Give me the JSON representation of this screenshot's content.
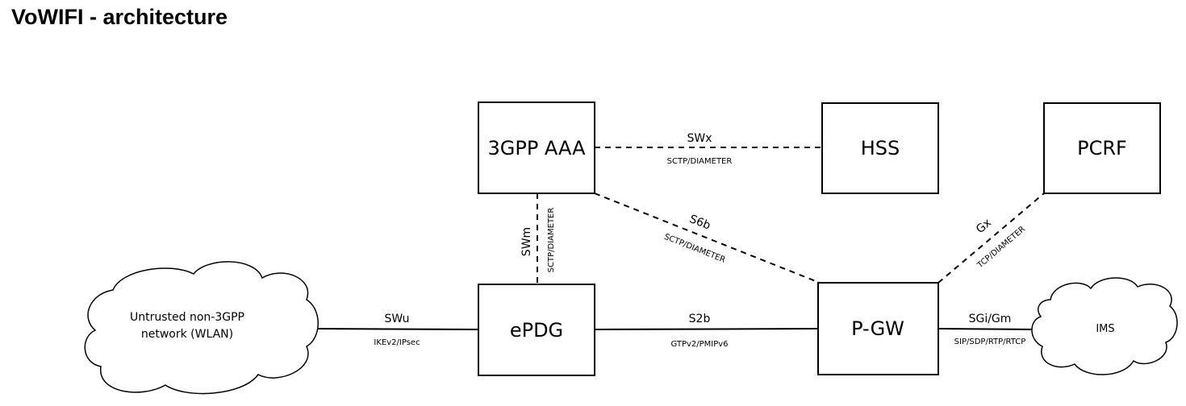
{
  "title": "VoWIFI - architecture",
  "nodes": {
    "aaa": "3GPP AAA",
    "hss": "HSS",
    "pcrf": "PCRF",
    "epdg": "ePDG",
    "pgw": "P-GW"
  },
  "clouds": {
    "wlan_line1": "Untrusted non-3GPP",
    "wlan_line2": "network (WLAN)",
    "ims": "IMS"
  },
  "links": {
    "swx": {
      "name": "SWx",
      "protocol": "SCTP/DIAMETER",
      "style": "dashed"
    },
    "swm": {
      "name": "SWm",
      "protocol": "SCTP/DIAMETER",
      "style": "dashed"
    },
    "s6b": {
      "name": "S6b",
      "protocol": "SCTP/DIAMETER",
      "style": "dashed"
    },
    "gx": {
      "name": "Gx",
      "protocol": "TCP/DIAMETER",
      "style": "dashed"
    },
    "swu": {
      "name": "SWu",
      "protocol": "IKEv2/IPsec",
      "style": "solid"
    },
    "s2b": {
      "name": "S2b",
      "protocol": "GTPv2/PMIPv6",
      "style": "solid"
    },
    "sgi": {
      "name": "SGi/Gm",
      "protocol": "SIP/SDP/RTP/RTCP",
      "style": "solid"
    }
  }
}
